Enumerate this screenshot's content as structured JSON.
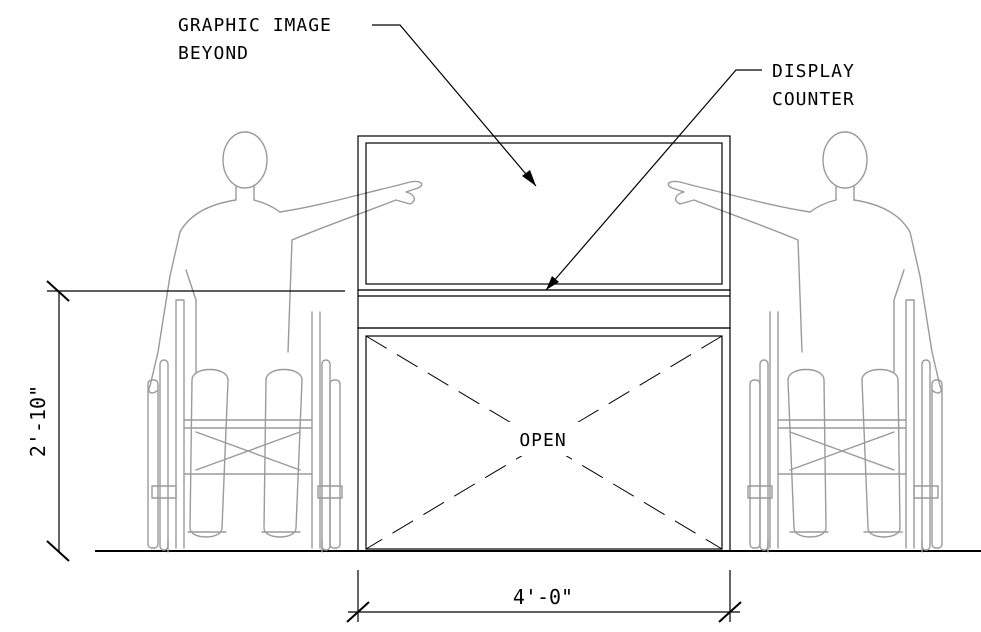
{
  "labels": {
    "graphic_image_line1": "GRAPHIC IMAGE",
    "graphic_image_line2": "BEYOND",
    "display_counter_line1": "DISPLAY",
    "display_counter_line2": "COUNTER",
    "open": "OPEN"
  },
  "dimensions": {
    "counter_height": "2'-10\"",
    "counter_width": "4'-0\""
  }
}
